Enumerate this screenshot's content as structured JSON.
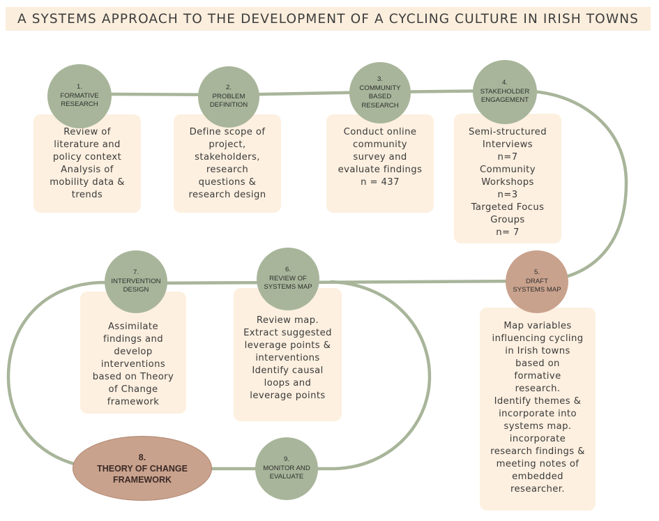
{
  "title": "A SYSTEMS APPROACH TO THE DEVELOPMENT OF A CYCLING CULTURE IN IRISH TOWNS",
  "colors": {
    "title_background": "#fbeedd",
    "connector": "#a8b59a",
    "step_node": "#a8b59a",
    "highlight_node": "#c9a28d",
    "description_box": "#fdf0e0"
  },
  "steps": [
    {
      "number": "1.",
      "name": [
        "FORMATIVE",
        "RESEARCH"
      ],
      "description": [
        "Review of",
        "literature and",
        "policy context",
        "Analysis of",
        "mobility data &",
        "trends"
      ]
    },
    {
      "number": "2.",
      "name": [
        "PROBLEM",
        "DEFINITION"
      ],
      "description": [
        "Define scope of",
        "project,",
        "stakeholders,",
        "research",
        "questions &",
        "research design"
      ]
    },
    {
      "number": "3.",
      "name": [
        "COMMUNITY",
        "BASED",
        "RESEARCH"
      ],
      "description": [
        "Conduct online",
        "community",
        "survey and",
        "evaluate findings",
        "n = 437"
      ]
    },
    {
      "number": "4.",
      "name": [
        "STAKEHOLDER",
        "ENGAGEMENT"
      ],
      "description": [
        "Semi-structured",
        "Interviews",
        "n=7",
        "Community",
        "Workshops",
        "n=3",
        "Targeted Focus",
        "Groups",
        "n= 7"
      ]
    },
    {
      "number": "5.",
      "name": [
        "DRAFT",
        "SYSTEMS MAP"
      ],
      "description": [
        "Map variables",
        "influencing cycling",
        "in Irish towns",
        "based on",
        "formative",
        "research.",
        "Identify themes &",
        "incorporate into",
        "systems map.",
        "incorporate",
        "research findings &",
        "meeting notes of",
        "embedded",
        "researcher."
      ]
    },
    {
      "number": "6.",
      "name": [
        "REVIEW OF",
        "SYSTEMS MAP"
      ],
      "description": [
        "Review map.",
        "Extract suggested",
        "leverage points &",
        "interventions",
        "Identify causal",
        "loops and",
        "leverage points"
      ]
    },
    {
      "number": "7.",
      "name": [
        "INTERVENTION",
        "DESIGN"
      ],
      "description": [
        "Assimilate",
        "findings and",
        "develop",
        "interventions",
        "based on Theory",
        "of Change",
        "framework"
      ]
    },
    {
      "number": "8.",
      "name": [
        "THEORY OF CHANGE",
        "FRAMEWORK"
      ]
    },
    {
      "number": "9.",
      "name": [
        "MONITOR AND",
        "EVALUATE"
      ]
    }
  ]
}
